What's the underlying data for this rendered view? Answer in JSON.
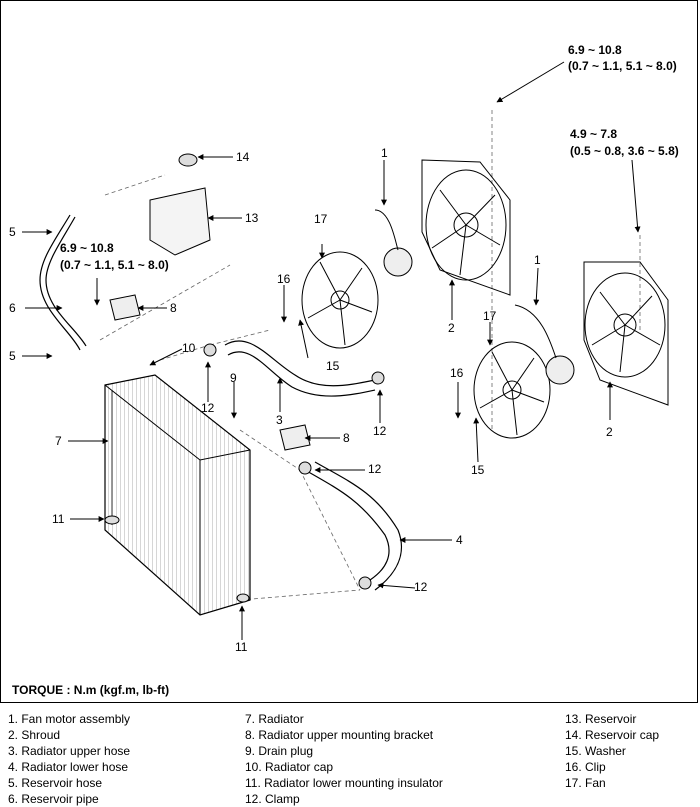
{
  "callouts": {
    "n1": "1",
    "n2": "2",
    "n3": "3",
    "n4": "4",
    "n5": "5",
    "n6": "6",
    "n7": "7",
    "n8": "8",
    "n9": "9",
    "n10": "10",
    "n11": "11",
    "n12": "12",
    "n13": "13",
    "n14": "14",
    "n15": "15",
    "n16": "16",
    "n17": "17"
  },
  "torque_specs": {
    "top_right": {
      "line1": "6.9 ~ 10.8",
      "line2": "(0.7 ~ 1.1, 5.1 ~ 8.0)"
    },
    "right": {
      "line1": "4.9 ~ 7.8",
      "line2": "(0.5 ~ 0.8, 3.6 ~ 5.8)"
    },
    "left": {
      "line1": "6.9 ~ 10.8",
      "line2": "(0.7 ~ 1.1, 5.1 ~ 8.0)"
    }
  },
  "torque_title": "TORQUE : N.m (kgf.m, lb-ft)",
  "legend": [
    "1.  Fan motor assembly",
    "2.  Shroud",
    "3.  Radiator upper hose",
    "4.  Radiator lower hose",
    "5.  Reservoir hose",
    "6.  Reservoir pipe",
    "7.  Radiator",
    "8.  Radiator upper mounting bracket",
    "9.  Drain plug",
    "10.  Radiator cap",
    "11.  Radiator lower mounting insulator",
    "12.  Clamp",
    "13.  Reservoir",
    "14.  Reservoir cap",
    "15.  Washer",
    "16.  Clip",
    "17.  Fan"
  ]
}
